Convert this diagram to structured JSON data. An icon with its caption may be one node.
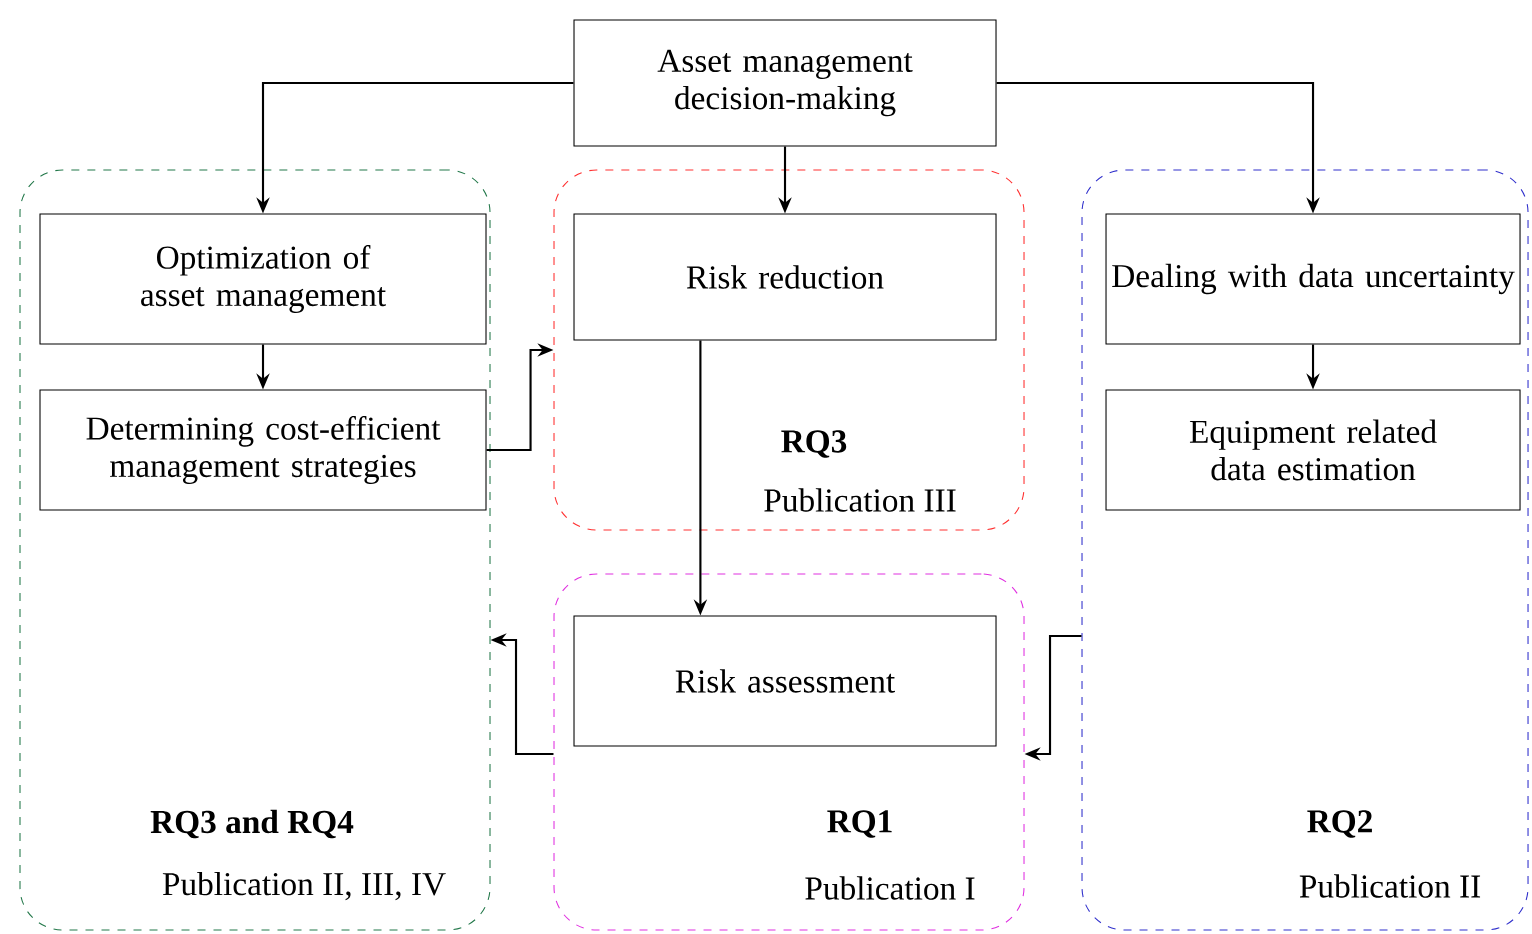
{
  "diagram": {
    "nodes": [
      {
        "text": [
          "Asset management decision-making"
        ]
      },
      {
        "text": [
          "RQ3 and RQ4",
          "Publication II, III, IV"
        ]
      },
      {
        "text": [
          "Optimization of asset management"
        ],
        "in": 1
      },
      {
        "text": [
          "Determining cost-efficient management strategies"
        ],
        "in": 1
      },
      {
        "text": [
          "RQ3",
          "Publication III"
        ]
      },
      {
        "text": [
          "Risk reduction"
        ],
        "in": 4
      },
      {
        "text": [
          "RQ1",
          "Publication I"
        ]
      },
      {
        "text": [
          "Risk assessment"
        ],
        "in": 6
      },
      {
        "text": [
          "RQ2",
          "Publication II"
        ]
      },
      {
        "text": [
          "Dealing with data uncertainty"
        ],
        "in": 8
      },
      {
        "text": [
          "Equipment related data estimation"
        ],
        "in": 8
      }
    ],
    "edges": [
      {
        "from": 0,
        "to": 2,
        "arrow": "to"
      },
      {
        "from": 0,
        "to": 5,
        "arrow": "to"
      },
      {
        "from": 0,
        "to": 9,
        "arrow": "to"
      },
      {
        "from": 2,
        "to": 3,
        "arrow": "to"
      },
      {
        "from": 9,
        "to": 10,
        "arrow": "to"
      },
      {
        "from": 3,
        "to": 4,
        "arrow": "to"
      },
      {
        "from": 5,
        "to": 7,
        "arrow": "to"
      },
      {
        "from": 6,
        "to": 1,
        "arrow": "to"
      },
      {
        "from": 8,
        "to": 6,
        "arrow": "to"
      }
    ]
  }
}
